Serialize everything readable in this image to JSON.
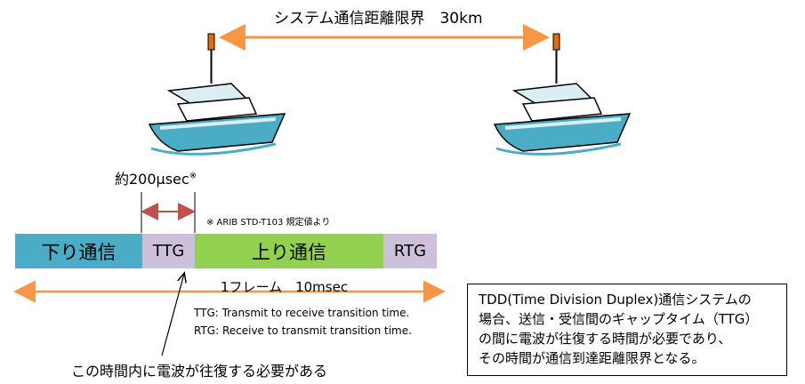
{
  "title": "システム通信距離限界　30km",
  "dimension_label": "約200μsec",
  "dimension_mark": "※",
  "arib_note": "※ ARIB STD-T103 規定値より",
  "segments": {
    "down": "下り通信",
    "ttg": "TTG",
    "up": "上り通信",
    "rtg": "RTG"
  },
  "frame_label": "1フレーム　10msec",
  "definitions": {
    "ttg": "TTG: Transmit to receive transition time.",
    "rtg": "RTG: Receive to transmit transition time."
  },
  "bottom_note": "この時間内に電波が往復する必要がある",
  "info_box": "TDD(Time Division Duplex)通信システムの\n場合、送信・受信間のギャップタイム（TTG）\nの間に電波が往復する時間が必要であり、\nその時間が通信到達距離限界となる。",
  "colors": {
    "down": "#4bacc6",
    "ttg": "#ccc0da",
    "up": "#92d050",
    "rtg": "#ccc0da",
    "orange_arrow": "#f79646",
    "red_arrow": "#c0504d",
    "boat_hull": "#4bacc6",
    "boat_cabin": "#dbeef4",
    "antenna": "#e36c09"
  },
  "icons": {
    "left_boat": "boat-icon",
    "right_boat": "boat-icon"
  }
}
